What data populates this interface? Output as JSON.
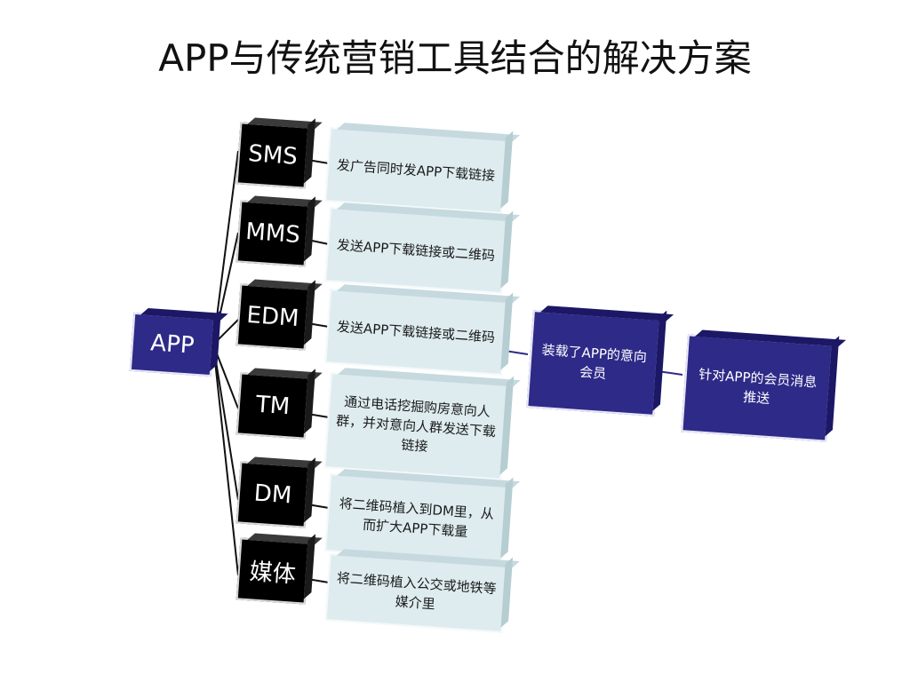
{
  "title": "APP与传统营销工具结合的解决方案",
  "root": {
    "label": "APP"
  },
  "channels": [
    {
      "label": "SMS",
      "desc": "发广告同时发APP下载链接"
    },
    {
      "label": "MMS",
      "desc": "发送APP下载链接或二维码"
    },
    {
      "label": "EDM",
      "desc": "发送APP下载链接或二维码"
    },
    {
      "label": "TM",
      "desc": "通过电话挖掘购房意向人群，并对意向人群发送下载链接"
    },
    {
      "label": "DM",
      "desc": "将二维码植入到DM里，从而扩大APP下载量"
    },
    {
      "label": "媒体",
      "desc": "将二维码植入公交或地铁等媒介里"
    }
  ],
  "stages": [
    {
      "label": "装载了APP的意向会员"
    },
    {
      "label": "针对APP的会员消息推送"
    }
  ],
  "colors": {
    "navy": "#2e2a88",
    "black": "#000000",
    "pale_blue": "#deecef"
  }
}
